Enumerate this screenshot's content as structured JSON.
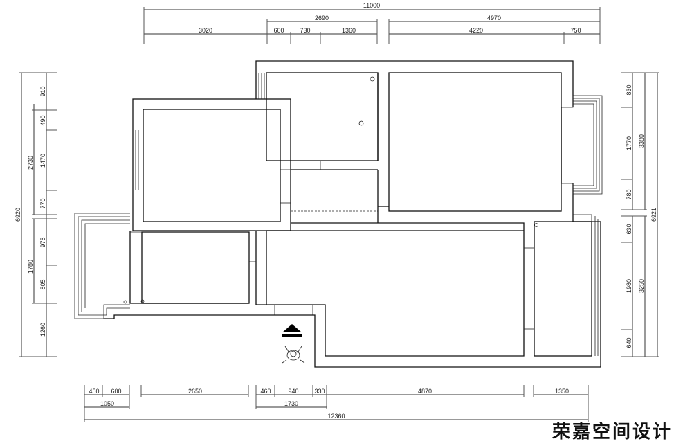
{
  "top_dims": {
    "overall": "11000",
    "row2": [
      "2690",
      "4970"
    ],
    "row3": [
      "3020",
      "600",
      "730",
      "1360",
      "4220",
      "750"
    ]
  },
  "left_dims": {
    "overall": "6920",
    "mid": [
      "2730",
      "1780"
    ],
    "inner": [
      "910",
      "490",
      "1470",
      "770",
      "975",
      "805",
      "1260"
    ]
  },
  "right_dims": {
    "overall": "6921",
    "mid": [
      "3380",
      "3250"
    ],
    "inner": [
      "830",
      "1770",
      "780",
      "630",
      "1980",
      "640"
    ]
  },
  "bottom_dims": {
    "row1": [
      "450",
      "600",
      "2650",
      "460",
      "940",
      "330",
      "4870",
      "1350"
    ],
    "row2": [
      "1050",
      "1730"
    ],
    "overall": "12360"
  },
  "logo": "荣嘉空间设计"
}
